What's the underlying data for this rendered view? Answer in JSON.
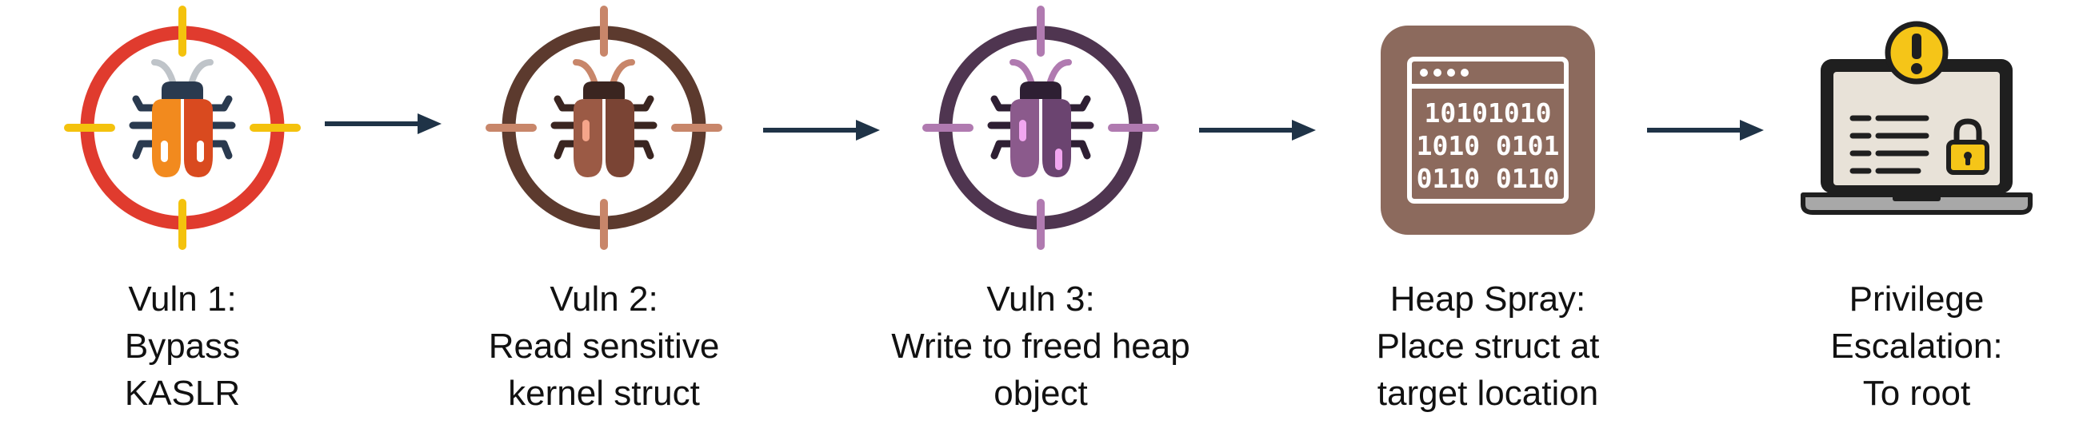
{
  "steps": [
    {
      "id": "vuln1",
      "icon": "bug-target-icon",
      "lines": [
        "Vuln 1:",
        "Bypass",
        "KASLR"
      ],
      "colors": {
        "ring": "#E03B2E",
        "ticks": "#F4C20D",
        "antenna": "#BFC4C9",
        "head": "#2A3A4F",
        "body_left": "#F28A1E",
        "body_right": "#D94A1F",
        "legs": "#2A3A4F",
        "spots": "#FFFFFF"
      }
    },
    {
      "id": "vuln2",
      "icon": "bug-target-icon",
      "lines": [
        "Vuln 2:",
        "Read sensitive",
        "kernel struct"
      ],
      "colors": {
        "ring": "#5C3A2E",
        "ticks": "#C8866A",
        "antenna": "#C8866A",
        "head": "#3A2520",
        "body_left": "#9B5A45",
        "body_right": "#7A4434",
        "legs": "#3A2520",
        "spots": "#F5A58A"
      }
    },
    {
      "id": "vuln3",
      "icon": "bug-target-icon",
      "lines": [
        "Vuln 3:",
        "Write to freed heap",
        "object"
      ],
      "colors": {
        "ring": "#4F3550",
        "ticks": "#B07AB0",
        "antenna": "#B07AB0",
        "head": "#2E1F33",
        "body_left": "#8B5A8C",
        "body_right": "#6B4470",
        "legs": "#2E1F33",
        "spots": "#F2A6F0"
      }
    },
    {
      "id": "heap-spray",
      "icon": "binary-window-icon",
      "lines": [
        "Heap Spray:",
        "Place struct at",
        "target location"
      ],
      "binary_rows": [
        "10101010",
        "1010 0101",
        "0110 0110"
      ],
      "colors": {
        "tile": "#8C6A5D",
        "stroke": "#FFFFFF"
      }
    },
    {
      "id": "privesc",
      "icon": "laptop-warning-icon",
      "lines": [
        "Privilege",
        "Escalation:",
        "To root"
      ],
      "colors": {
        "frame": "#1F1F1F",
        "screen": "#E8E2D8",
        "base": "#A8A8A8",
        "badge": "#F5C518",
        "lock": "#F5C518"
      }
    }
  ],
  "arrows": [
    {
      "from": "vuln1",
      "to": "vuln2"
    },
    {
      "from": "vuln2",
      "to": "vuln3"
    },
    {
      "from": "vuln3",
      "to": "heap-spray"
    },
    {
      "from": "heap-spray",
      "to": "privesc"
    }
  ],
  "arrow_color": "#1F3347"
}
